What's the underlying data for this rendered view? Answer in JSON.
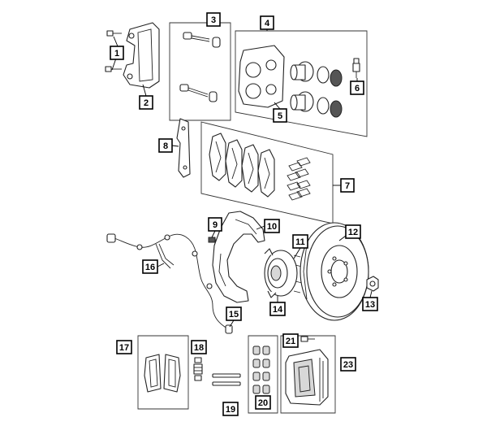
{
  "diagram": {
    "callouts": [
      {
        "id": "c1",
        "label": "1"
      },
      {
        "id": "c2",
        "label": "2"
      },
      {
        "id": "c3",
        "label": "3"
      },
      {
        "id": "c4",
        "label": "4"
      },
      {
        "id": "c5",
        "label": "5"
      },
      {
        "id": "c6",
        "label": "6"
      },
      {
        "id": "c7",
        "label": "7"
      },
      {
        "id": "c8",
        "label": "8"
      },
      {
        "id": "c9",
        "label": "9"
      },
      {
        "id": "c10",
        "label": "10"
      },
      {
        "id": "c11",
        "label": "11"
      },
      {
        "id": "c12",
        "label": "12"
      },
      {
        "id": "c13",
        "label": "13"
      },
      {
        "id": "c14",
        "label": "14"
      },
      {
        "id": "c15",
        "label": "15"
      },
      {
        "id": "c16",
        "label": "16"
      },
      {
        "id": "c17",
        "label": "17"
      },
      {
        "id": "c18",
        "label": "18"
      },
      {
        "id": "c19",
        "label": "19"
      },
      {
        "id": "c20",
        "label": "20"
      },
      {
        "id": "c21",
        "label": "21"
      },
      {
        "id": "c23",
        "label": "23"
      }
    ]
  }
}
